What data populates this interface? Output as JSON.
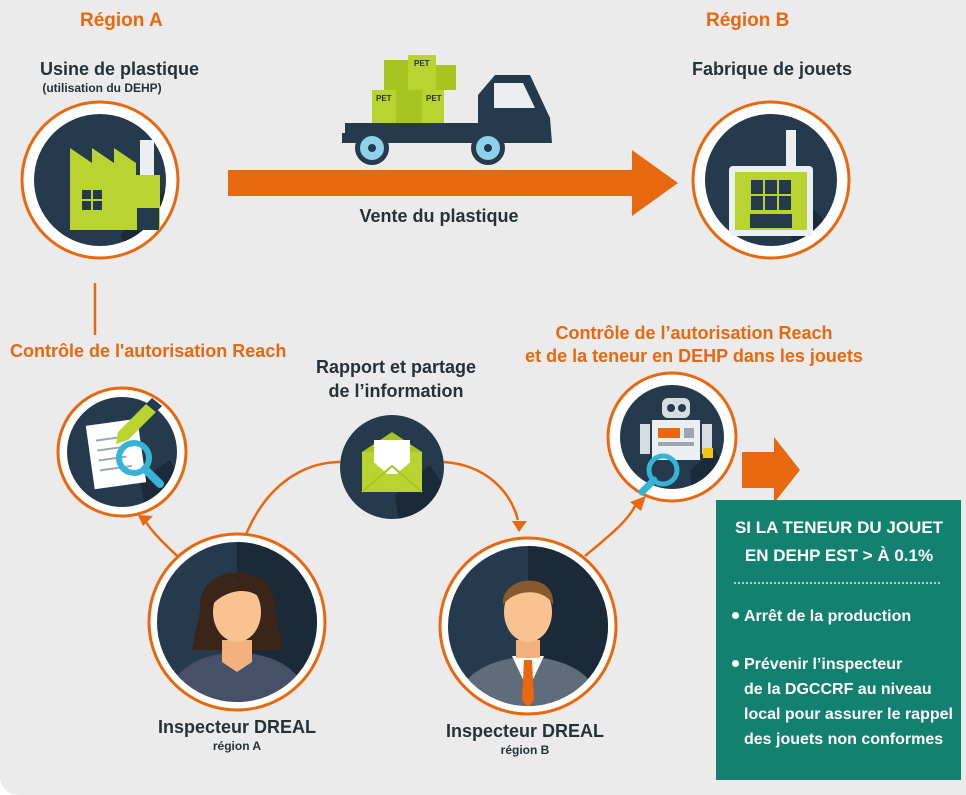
{
  "colors": {
    "orange": "#e8680f",
    "navy": "#263a4d",
    "green": "#b9d431",
    "teal": "#138170",
    "background": "#ebebeb"
  },
  "region_a": {
    "label": "Région A",
    "factory_title": "Usine de plastique",
    "factory_subtitle": "(utilisation du DEHP)"
  },
  "region_b": {
    "label": "Région B",
    "factory_title": "Fabrique de jouets"
  },
  "truck": {
    "box_labels": [
      "PET",
      "PET",
      "PET"
    ],
    "caption": "Vente du plastique"
  },
  "controls": {
    "left_label": "Contrôle de l'autorisation Reach",
    "right_label_line1": "Contrôle de l’autorisation Reach",
    "right_label_line2": "et de la teneur en DEHP dans les jouets"
  },
  "report": {
    "line1": "Rapport et partage",
    "line2": "de l’information"
  },
  "inspectors": [
    {
      "title": "Inspecteur DREAL",
      "region": "région A"
    },
    {
      "title": "Inspecteur DREAL",
      "region": "région B"
    }
  ],
  "result": {
    "condition_line1": "SI LA TENEUR DU JOUET",
    "condition_line2": "EN DEHP EST > À 0.1%",
    "items": [
      {
        "lines": [
          "Arrêt de la production"
        ]
      },
      {
        "lines": [
          "Prévenir l’inspecteur",
          "de la DGCCRF au niveau",
          "local pour assurer le rappel",
          "des jouets non conformes"
        ]
      }
    ]
  }
}
